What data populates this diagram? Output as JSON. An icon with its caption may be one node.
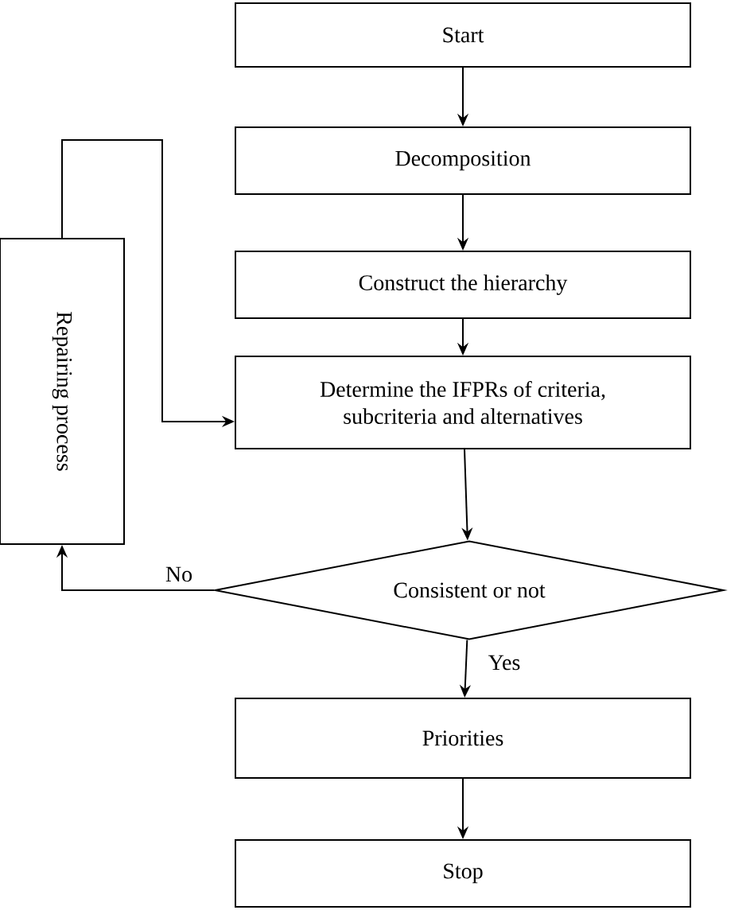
{
  "diagram": {
    "nodes": [
      {
        "text": [
          "Start"
        ]
      },
      {
        "text": [
          "Decomposition"
        ]
      },
      {
        "text": [
          "Construct the hierarchy"
        ]
      },
      {
        "text": [
          "Determine the IFPRs of criteria, subcriteria and alternatives"
        ]
      },
      {
        "text": [
          "Consistent or not"
        ]
      },
      {
        "text": [
          "Priorities"
        ]
      },
      {
        "text": [
          "Stop"
        ]
      },
      {
        "text": [
          "Repairing process"
        ]
      }
    ],
    "edges": [
      {
        "from": 0,
        "to": 1,
        "arrow": "to"
      },
      {
        "from": 1,
        "to": 2,
        "arrow": "to"
      },
      {
        "from": 2,
        "to": 3,
        "arrow": "to"
      },
      {
        "from": 3,
        "to": 4,
        "arrow": "to"
      },
      {
        "from": 4,
        "to": 5,
        "arrow": "to",
        "label": "Yes"
      },
      {
        "from": 5,
        "to": 6,
        "arrow": "to"
      },
      {
        "from": 4,
        "to": 7,
        "arrow": "to",
        "label": "No"
      },
      {
        "from": 7,
        "to": 3,
        "arrow": "to"
      }
    ]
  }
}
